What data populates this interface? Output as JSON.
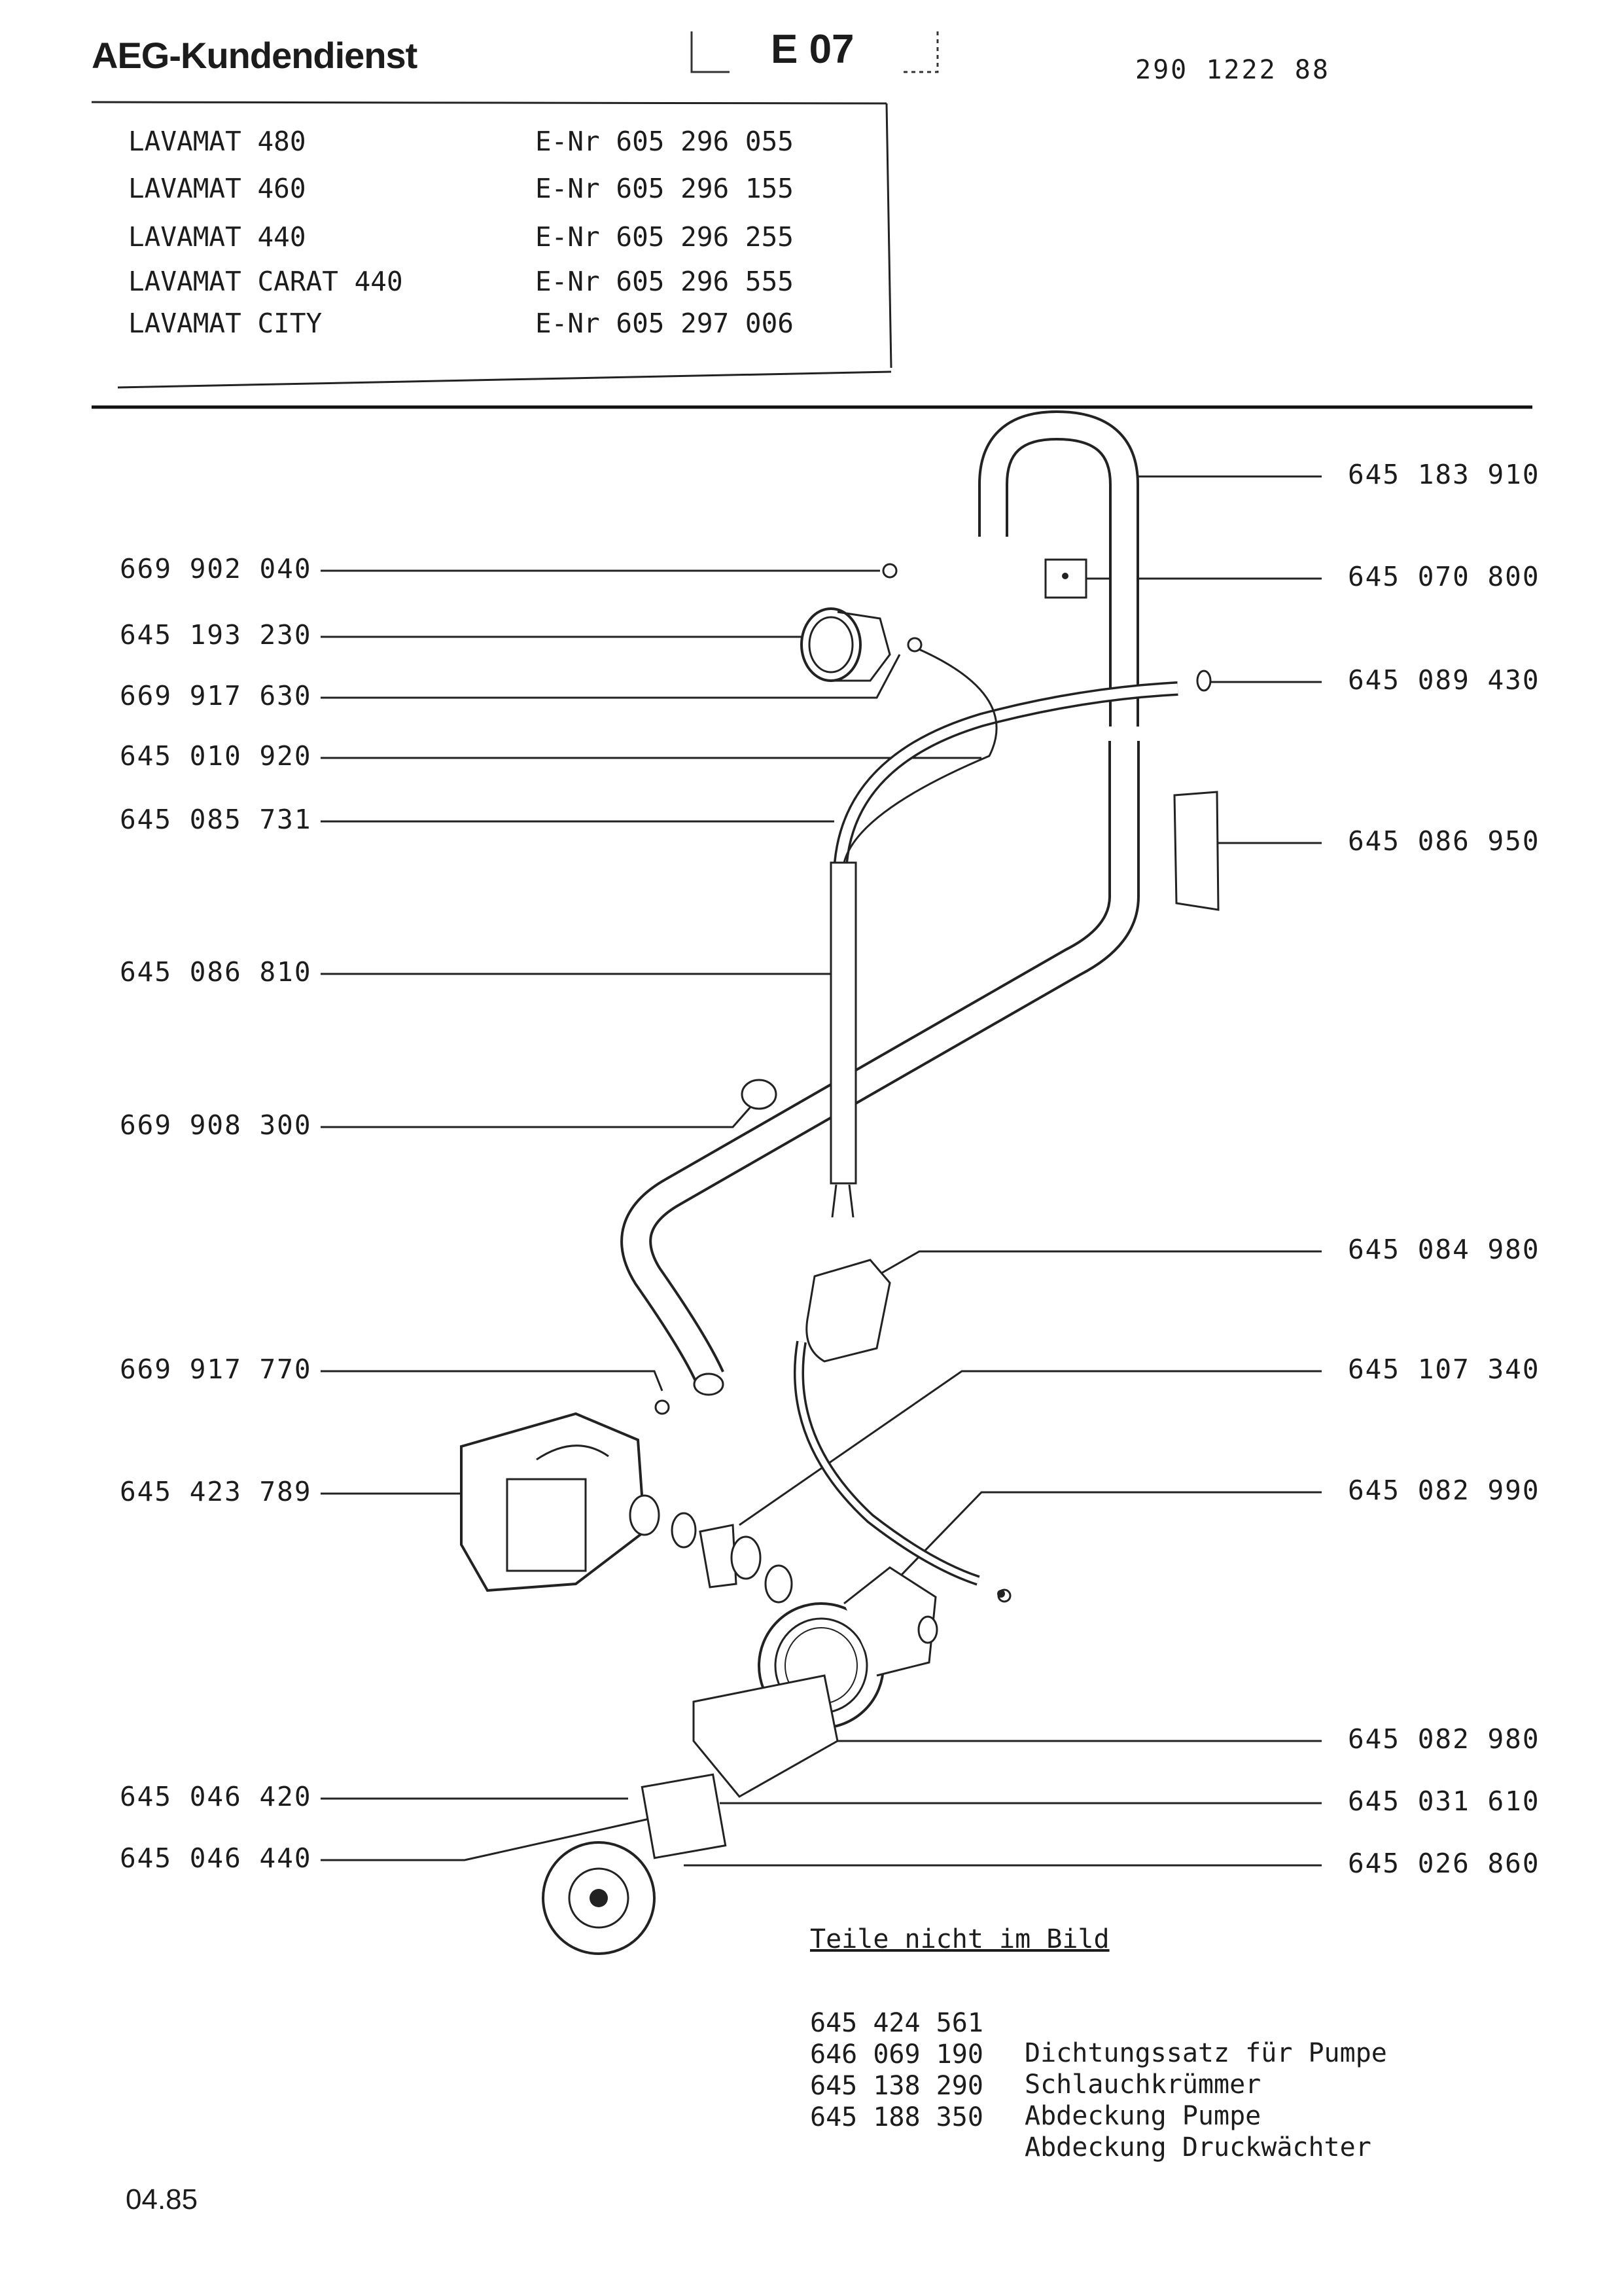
{
  "header": {
    "brand": "AEG-Kundendienst",
    "sheet": "E 07",
    "document_number": "290 1222 88"
  },
  "models": [
    {
      "name": "LAVAMAT 480",
      "enr": "E-Nr 605 296 055"
    },
    {
      "name": "LAVAMAT 460",
      "enr": "E-Nr 605 296 155"
    },
    {
      "name": "LAVAMAT 440",
      "enr": "E-Nr 605 296 255"
    },
    {
      "name": "LAVAMAT CARAT 440",
      "enr": "E-Nr 605 296 555"
    },
    {
      "name": "LAVAMAT CITY",
      "enr": "E-Nr 605 297 006"
    }
  ],
  "parts_left": [
    "669 902 040",
    "645 193 230",
    "669 917 630",
    "645 010 920",
    "645 085 731",
    "645 086 810",
    "669 908 300",
    "669 917 770",
    "645 423 789",
    "645 046 420",
    "645 046 440"
  ],
  "parts_right": [
    "645 183 910",
    "645 070 800",
    "645 089 430",
    "645 086 950",
    "645 084 980",
    "645 107 340",
    "645 082 990",
    "645 082 980",
    "645 031 610",
    "645 026 860"
  ],
  "not_pictured": {
    "title": "Teile nicht im Bild",
    "items": [
      {
        "part": "645 424 561",
        "description": "Dichtungssatz für Pumpe"
      },
      {
        "part": "646 069 190",
        "description": "Schlauchkrümmer"
      },
      {
        "part": "645 138 290",
        "description": "Abdeckung Pumpe"
      },
      {
        "part": "645 188 350",
        "description": "Abdeckung Druckwächter"
      }
    ]
  },
  "footer": {
    "date": "04.85"
  }
}
